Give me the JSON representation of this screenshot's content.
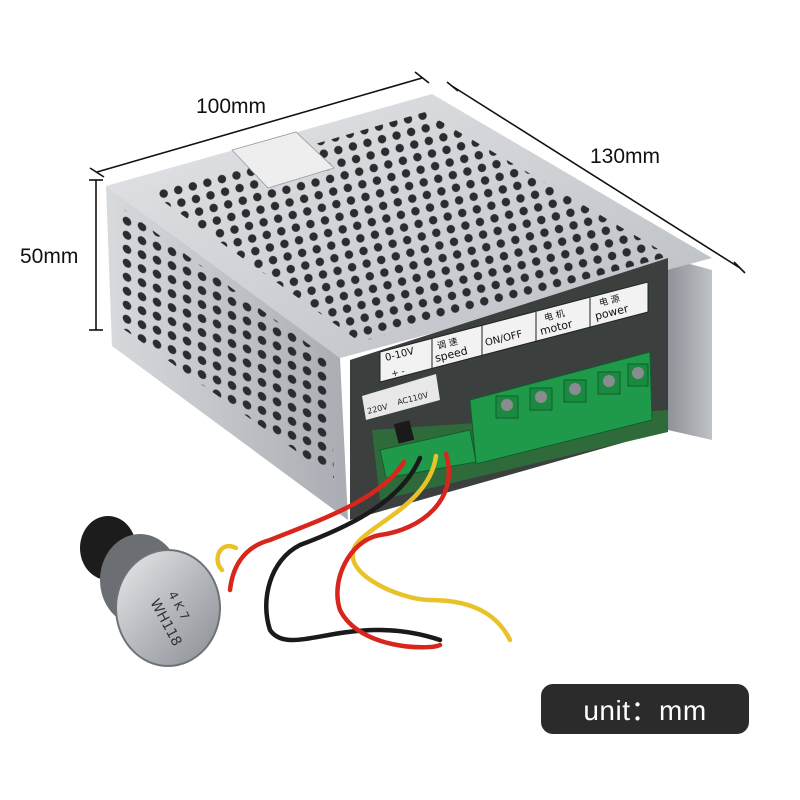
{
  "dimensions": {
    "width": "100mm",
    "depth": "130mm",
    "height": "50mm"
  },
  "unit_badge": "unit：mm",
  "terminal_labels": {
    "speed_cn": "调 速",
    "speed_range": "0-10V",
    "speed_en": "speed",
    "speed_polarity": "+  -",
    "switch": "ON/OFF",
    "motor_cn": "电 机",
    "motor_en": "motor",
    "power_cn": "电 源",
    "power_en": "power",
    "voltage_left": "220V",
    "voltage_right": "AC110V"
  },
  "potentiometer": {
    "brand": "WH118",
    "value": "4 K 7"
  },
  "colors": {
    "case": "#c9ccd0",
    "terminal_green": "#1f9a4a",
    "pcb": "#2f6b3a",
    "badge_bg": "#2b2b2b",
    "wire_red": "#d8261c",
    "wire_yellow": "#e9c22a",
    "wire_black": "#1a1a1a"
  }
}
